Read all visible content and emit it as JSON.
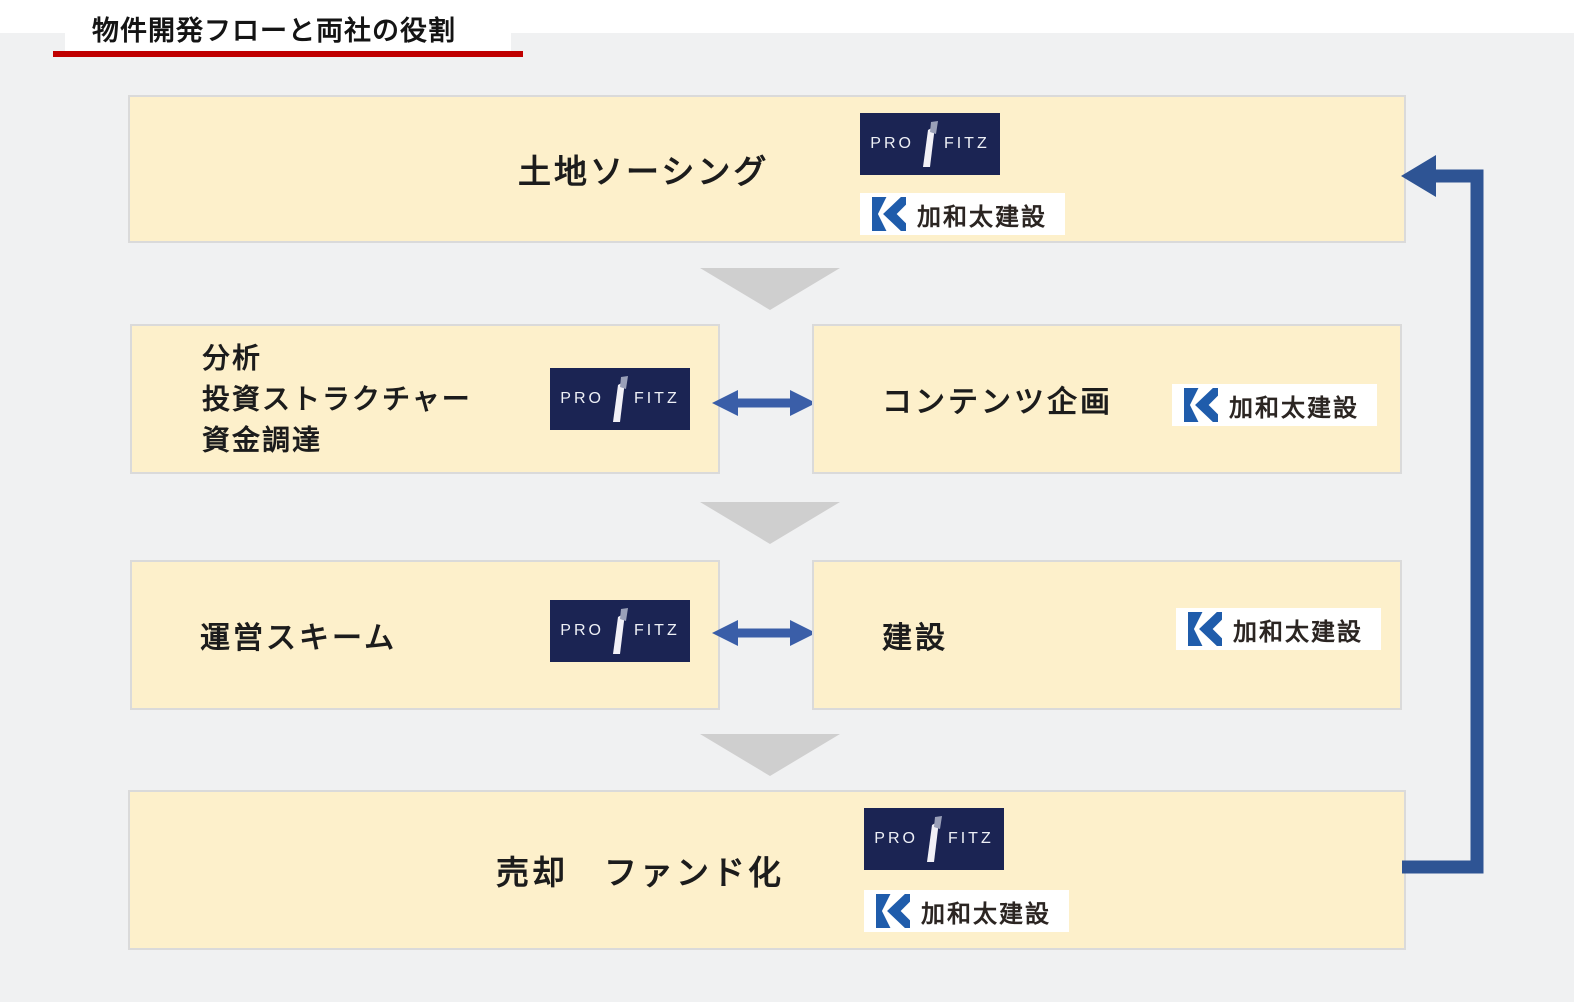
{
  "title": "物件開発フローと両社の役割",
  "logos": {
    "profitz": {
      "left": "PRO",
      "right": "FITZ"
    },
    "kawata": {
      "name": "加和太建設"
    }
  },
  "steps": {
    "sourcing": {
      "label": "土地ソーシング",
      "companies": [
        "PROFITZ",
        "加和太建設"
      ]
    },
    "analysis": {
      "line1": "分析",
      "line2": "投資ストラクチャー",
      "line3": "資金調達",
      "company": "PROFITZ"
    },
    "content_planning": {
      "label": "コンテンツ企画",
      "company": "加和太建設"
    },
    "operation_scheme": {
      "label": "運営スキーム",
      "company": "PROFITZ"
    },
    "construction": {
      "label": "建設",
      "company": "加和太建設"
    },
    "sale_fund": {
      "label": "売却　ファンド化",
      "companies": [
        "PROFITZ",
        "加和太建設"
      ]
    }
  },
  "connections": {
    "vertical_flow": [
      "sourcing → analysis/content_planning",
      "analysis/content_planning → operation_scheme/construction",
      "operation_scheme/construction → sale_fund"
    ],
    "horizontal_bidirectional": [
      "analysis ↔ content_planning",
      "operation_scheme ↔ construction"
    ],
    "feedback_loop": "sale_fund → sourcing"
  },
  "colors": {
    "accent_red": "#c00000",
    "canvas_gray": "#f0f1f2",
    "box_cream": "#fdf0cb",
    "box_border": "#dadada",
    "flow_triangle_gray": "#cfcfcf",
    "double_arrow_blue": "#3a5ea8",
    "loop_arrow_blue": "#2e5494",
    "profitz_navy": "#1b2453",
    "kawata_blue": "#1f5cab"
  }
}
